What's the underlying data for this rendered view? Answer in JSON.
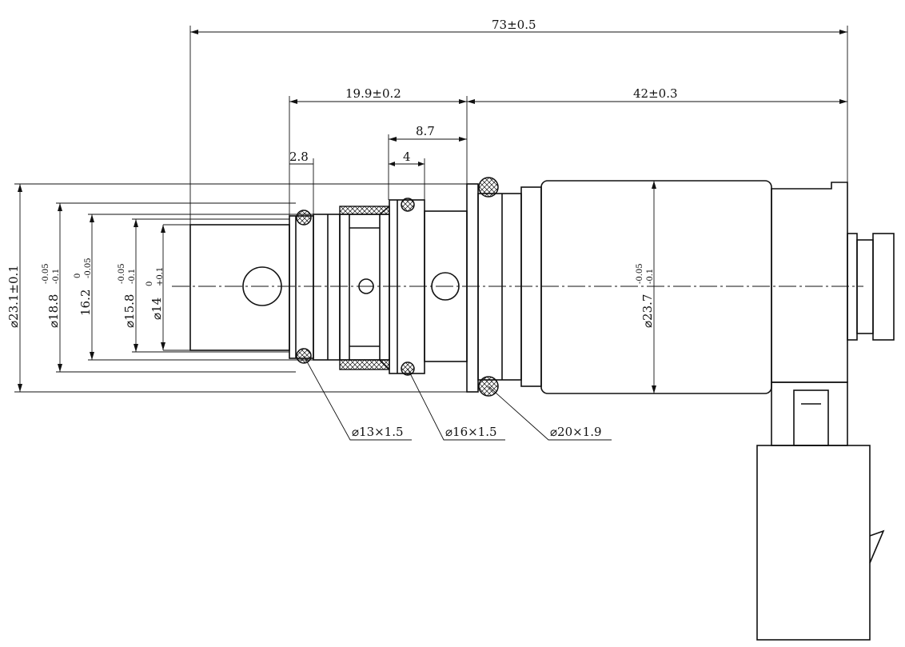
{
  "title": "Control valve dimension drawing",
  "dimensions": {
    "overall_length": "73±0.5",
    "front_length": "19.9±0.2",
    "body_length": "42±0.3",
    "d_8_7": "8.7",
    "d_2_8": "2.8",
    "d_4": "4",
    "dia_23_1": "⌀23.1±0.1",
    "dia_18_8": {
      "main": "⌀18.8",
      "upper": "-0.05",
      "lower": "-0.1"
    },
    "dia_16_2": {
      "main": "16.2",
      "upper": "0",
      "lower": "-0.05"
    },
    "dia_15_8": {
      "main": "⌀15.8",
      "upper": "-0.05",
      "lower": "-0.1"
    },
    "dia_14": {
      "main": "⌀14",
      "upper": "0",
      "lower": "+0.1"
    },
    "dia_23_7": {
      "main": "⌀23.7",
      "upper": "-0.05",
      "lower": "-0.1"
    }
  },
  "orings": [
    "⌀13×1.5",
    "⌀16×1.5",
    "⌀20×1.9"
  ]
}
